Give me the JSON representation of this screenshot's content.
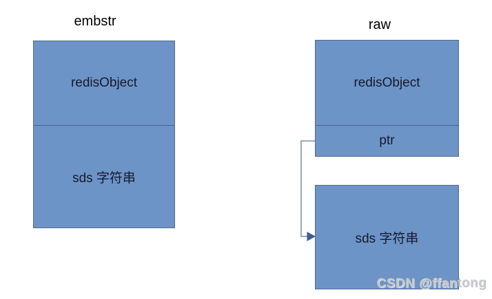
{
  "colors": {
    "box-fill": "#6d94c7",
    "box-border": "#52698c",
    "divider": "#46618c",
    "text": "#141a2e",
    "connector": "#7d8fa8",
    "arrowhead": "#3f5e92",
    "watermark": "#c3c6ca"
  },
  "embstr": {
    "label": "embstr",
    "sections": [
      "redisObject",
      "sds 字符串"
    ]
  },
  "raw": {
    "label": "raw",
    "sections": [
      "redisObject",
      "ptr"
    ],
    "sds_box_label": "sds 字符串"
  },
  "watermark": "CSDN @ffantong"
}
